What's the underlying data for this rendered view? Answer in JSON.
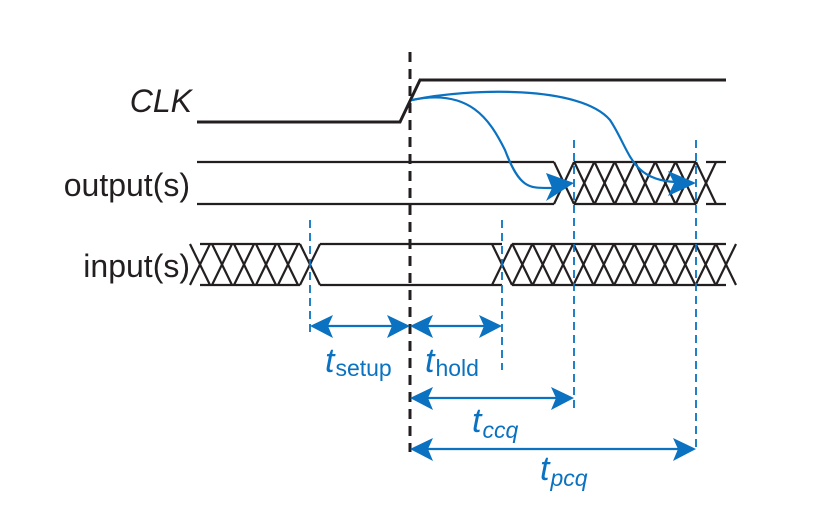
{
  "diagram": {
    "title": "Flip-flop timing: setup, hold, contamination and propagation delays",
    "signals": [
      {
        "id": "clk",
        "label": "CLK"
      },
      {
        "id": "outputs",
        "label": "output(s)"
      },
      {
        "id": "inputs",
        "label": "input(s)"
      }
    ],
    "timing_parameters": [
      {
        "id": "setup",
        "symbol": "t",
        "subscript": "setup",
        "subscript_italic": false
      },
      {
        "id": "hold",
        "symbol": "t",
        "subscript": "hold",
        "subscript_italic": false
      },
      {
        "id": "ccq",
        "symbol": "t",
        "subscript": "ccq",
        "subscript_italic": true
      },
      {
        "id": "pcq",
        "symbol": "t",
        "subscript": "pcq",
        "subscript_italic": true
      }
    ],
    "colors": {
      "signal": "#231f20",
      "annotation": "#0a72c0",
      "background": "#ffffff"
    }
  }
}
